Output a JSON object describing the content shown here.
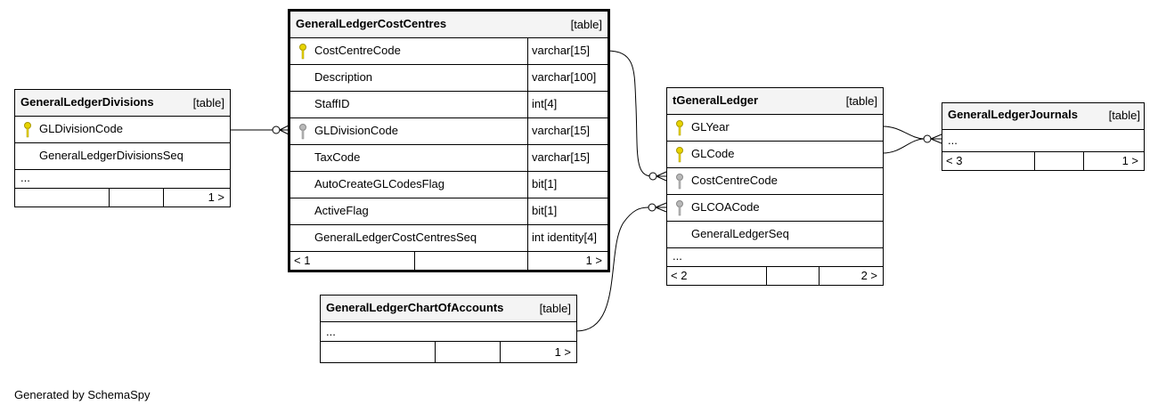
{
  "generated_by": "Generated by SchemaSpy",
  "tables": {
    "cost_centres": {
      "name": "GeneralLedgerCostCentres",
      "tag": "[table]",
      "columns": [
        {
          "name": "CostCentreCode",
          "type": "varchar[15]",
          "key": "primary"
        },
        {
          "name": "Description",
          "type": "varchar[100]",
          "key": "none"
        },
        {
          "name": "StaffID",
          "type": "int[4]",
          "key": "none"
        },
        {
          "name": "GLDivisionCode",
          "type": "varchar[15]",
          "key": "foreign"
        },
        {
          "name": "TaxCode",
          "type": "varchar[15]",
          "key": "none"
        },
        {
          "name": "AutoCreateGLCodesFlag",
          "type": "bit[1]",
          "key": "none"
        },
        {
          "name": "ActiveFlag",
          "type": "bit[1]",
          "key": "none"
        },
        {
          "name": "GeneralLedgerCostCentresSeq",
          "type": "int identity[4]",
          "key": "none"
        }
      ],
      "footer_left": "< 1",
      "footer_right": "1 >"
    },
    "divisions": {
      "name": "GeneralLedgerDivisions",
      "tag": "[table]",
      "columns": [
        {
          "name": "GLDivisionCode",
          "key": "primary"
        },
        {
          "name": "GeneralLedgerDivisionsSeq",
          "key": "none"
        }
      ],
      "ellipsis": "...",
      "footer_left": "",
      "footer_right": "1 >"
    },
    "ledger": {
      "name": "tGeneralLedger",
      "tag": "[table]",
      "columns": [
        {
          "name": "GLYear",
          "key": "primary"
        },
        {
          "name": "GLCode",
          "key": "primary"
        },
        {
          "name": "CostCentreCode",
          "key": "foreign"
        },
        {
          "name": "GLCOACode",
          "key": "foreign"
        },
        {
          "name": "GeneralLedgerSeq",
          "key": "none"
        }
      ],
      "ellipsis": "...",
      "footer_left": "< 2",
      "footer_right": "2 >"
    },
    "chart_accounts": {
      "name": "GeneralLedgerChartOfAccounts",
      "tag": "[table]",
      "ellipsis": "...",
      "footer_left": "",
      "footer_right": "1 >"
    },
    "journals": {
      "name": "GeneralLedgerJournals",
      "tag": "[table]",
      "ellipsis": "...",
      "footer_left": "< 3",
      "footer_right": "1 >"
    }
  },
  "colors": {
    "primary_key": "#e8d400",
    "foreign_key": "#b8b8b8",
    "header_bg": "#f4f4f4"
  }
}
